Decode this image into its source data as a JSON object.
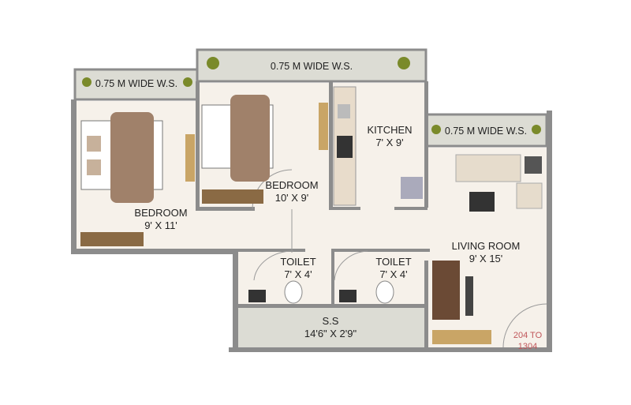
{
  "rooms": {
    "bedroom1": {
      "name": "BEDROOM",
      "size": "9' X 11'"
    },
    "bedroom2": {
      "name": "BEDROOM",
      "size": "10' X 9'"
    },
    "kitchen": {
      "name": "KITCHEN",
      "size": "7' X 9'"
    },
    "living": {
      "name": "LIVING ROOM",
      "size": "9' X 15'"
    },
    "toilet1": {
      "name": "TOILET",
      "size": "7' X 4'"
    },
    "toilet2": {
      "name": "TOILET",
      "size": "7' X 4'"
    },
    "ss": {
      "name": "S.S",
      "size": "14'6\" X 2'9\""
    }
  },
  "balconies": {
    "left": "0.75 M WIDE W.S.",
    "top": "0.75 M WIDE W.S.",
    "right": "0.75 M WIDE W.S."
  },
  "door_note": {
    "line1": "204 TO",
    "line2": "1304"
  },
  "colors": {
    "wall": "#8c8c8c",
    "floor": "#f6f1ea",
    "balcony": "#dcdcd4",
    "note": "#c0565a"
  }
}
